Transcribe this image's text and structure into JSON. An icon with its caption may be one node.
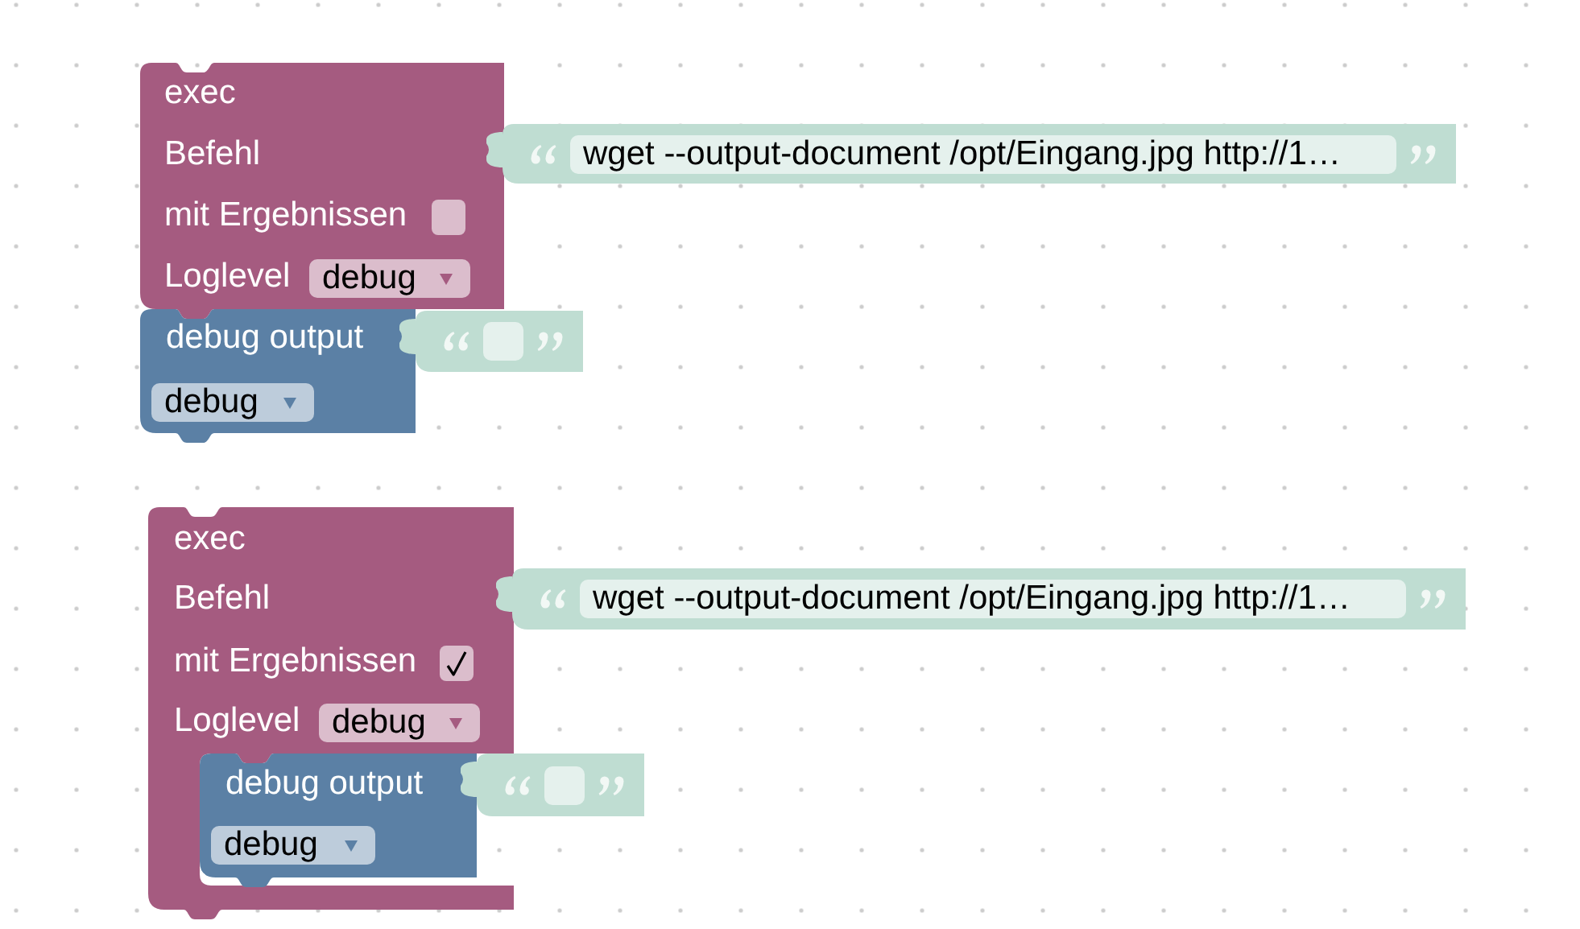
{
  "diagram": {
    "nodes": [
      {
        "text": [
          "exec",
          "Befehl",
          "mit Ergebnissen",
          "Loglevel"
        ]
      },
      {
        "text": [
          "wget --output-document /opt/Eingang.jpg http://1…"
        ]
      },
      {
        "text": [],
        "shape": "box",
        "in": 0
      },
      {
        "text": [
          "debug"
        ],
        "in": 0
      },
      {
        "text": [
          "debug output"
        ]
      },
      {
        "text": [],
        "shape": "box"
      },
      {
        "text": [
          "debug"
        ],
        "in": 4
      },
      {
        "text": [
          "exec",
          "Befehl",
          "mit Ergebnissen",
          "Loglevel"
        ]
      },
      {
        "text": [
          "wget --output-document /opt/Eingang.jpg http://1…"
        ]
      },
      {
        "text": [],
        "shape": "box",
        "in": 7
      },
      {
        "text": [
          "debug"
        ],
        "in": 7
      },
      {
        "text": [
          "debug output"
        ],
        "in": 7
      },
      {
        "text": [],
        "shape": "box"
      },
      {
        "text": [
          "debug"
        ],
        "in": 11
      }
    ]
  }
}
